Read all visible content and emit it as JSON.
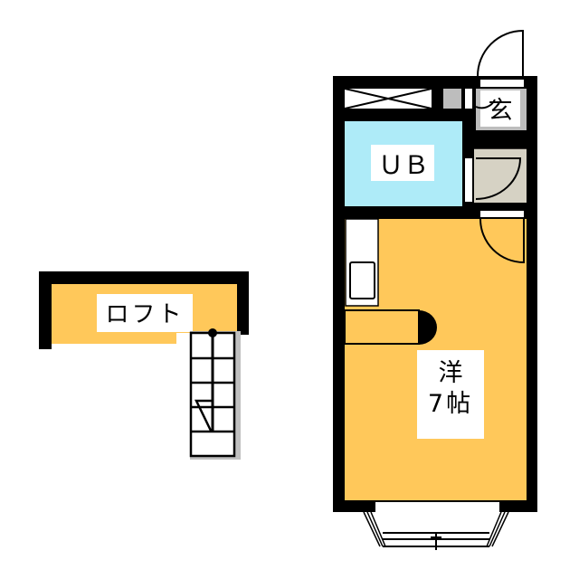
{
  "floorplan": {
    "rooms": {
      "entrance": {
        "label": "玄"
      },
      "unit_bath": {
        "label": "ＵＢ"
      },
      "western_room": {
        "label_line1": "洋",
        "label_line2": "7帖"
      },
      "loft": {
        "label": "ロフト"
      }
    },
    "colors": {
      "wall": "#000000",
      "room_floor": "#FFC85A",
      "bath": "#AEEBF8",
      "entrance": "#BDBDBD",
      "storage": "#D6D2C4",
      "stair_shadow": "#C0C0C0",
      "label_bg": "#FFFFFF"
    }
  }
}
